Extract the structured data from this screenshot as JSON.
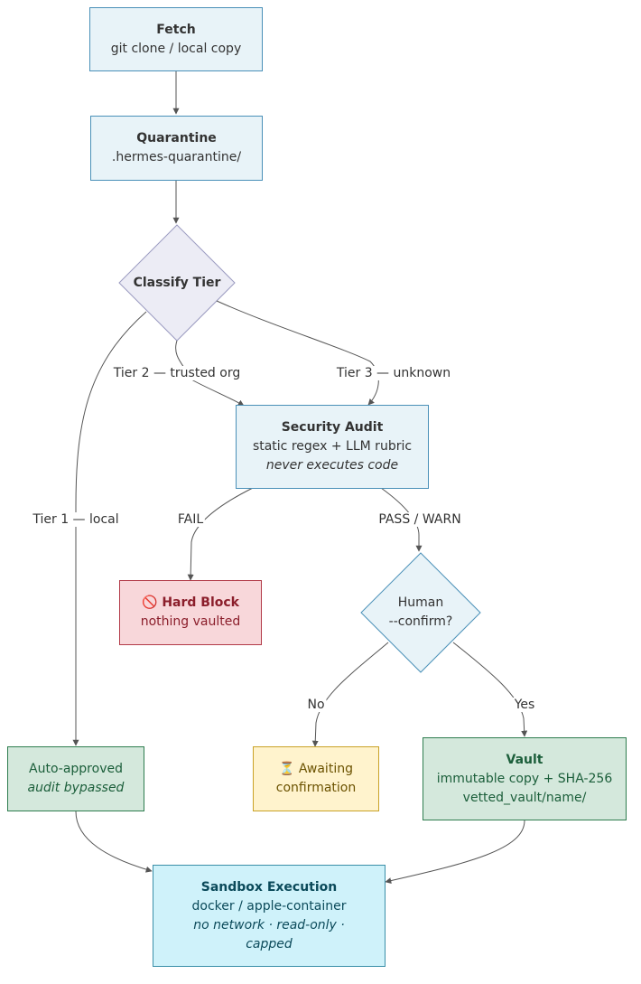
{
  "nodes": {
    "fetch": {
      "title": "Fetch",
      "line1": "git clone / local copy"
    },
    "quarantine": {
      "title": "Quarantine",
      "line1": ".hermes-quarantine/"
    },
    "classify": {
      "title": "Classify Tier"
    },
    "audit": {
      "title": "Security Audit",
      "line1": "static regex + LLM rubric",
      "line2": "never executes code"
    },
    "block": {
      "title": "🚫 Hard Block",
      "line1": "nothing vaulted"
    },
    "human": {
      "line1": "Human",
      "line2": "--confirm?"
    },
    "auto": {
      "line1": "Auto-approved",
      "line2": "audit bypassed"
    },
    "awaiting": {
      "line1": "⏳ Awaiting",
      "line2": "confirmation"
    },
    "vault": {
      "title": "Vault",
      "line1": "immutable copy + SHA-256",
      "line2": "vetted_vault/name/"
    },
    "sandbox": {
      "title": "Sandbox Execution",
      "line1": "docker / apple-container",
      "line2": "no network · read-only ·",
      "line3": "capped"
    }
  },
  "edges": {
    "tier1": "Tier 1 — local",
    "tier2": "Tier 2 — trusted org",
    "tier3": "Tier 3 — unknown",
    "fail": "FAIL",
    "pass": "PASS / WARN",
    "no": "No",
    "yes": "Yes"
  },
  "colors": {
    "edge": "#555555",
    "process_fill": "#e8f3f8",
    "block_fill": "#f8d7da",
    "approved_fill": "#d4e8dc",
    "waiting_fill": "#fff3cd",
    "sandbox_fill": "#cff2fa",
    "decision_fill": "#ececf5"
  }
}
